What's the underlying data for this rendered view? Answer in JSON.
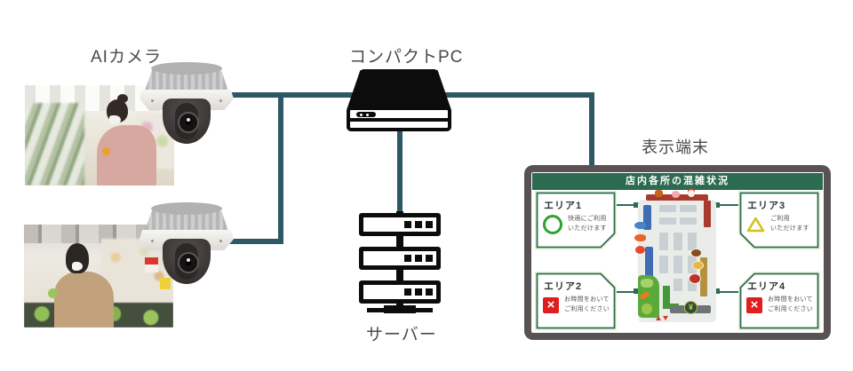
{
  "labels": {
    "ai_camera": "AIカメラ",
    "compact_pc": "コンパクトPC",
    "server": "サーバー",
    "display_terminal": "表示端末"
  },
  "display": {
    "header": "店内各所の混雑状況",
    "areas": [
      {
        "name": "エリア1",
        "status": "comfortable",
        "icon": "circle-outline",
        "message_line1": "快適にご利用",
        "message_line2": "いただけます"
      },
      {
        "name": "エリア2",
        "status": "crowded",
        "icon": "x-mark",
        "message_line1": "お時間をおいて",
        "message_line2": "ご利用ください"
      },
      {
        "name": "エリア3",
        "status": "moderate",
        "icon": "triangle-outline",
        "message_line1": "ご利用",
        "message_line2": "いただけます"
      },
      {
        "name": "エリア4",
        "status": "crowded",
        "icon": "x-mark",
        "message_line1": "お時間をおいて",
        "message_line2": "ご利用ください"
      }
    ],
    "map": {
      "register_symbol": "¥"
    }
  },
  "icons": {
    "status_ok": "circle-outline",
    "status_caution": "triangle-outline",
    "status_crowded": "x-mark",
    "register": "yen-circle"
  },
  "colors": {
    "cable": "#2f5866",
    "display_frame": "#585254",
    "header_green": "#2c6a52",
    "panel_border_green": "#2e6b55",
    "status_ok_green": "#2fa32e",
    "status_caution_yellow": "#d2c31c",
    "status_crowded_red": "#df1f1e"
  }
}
